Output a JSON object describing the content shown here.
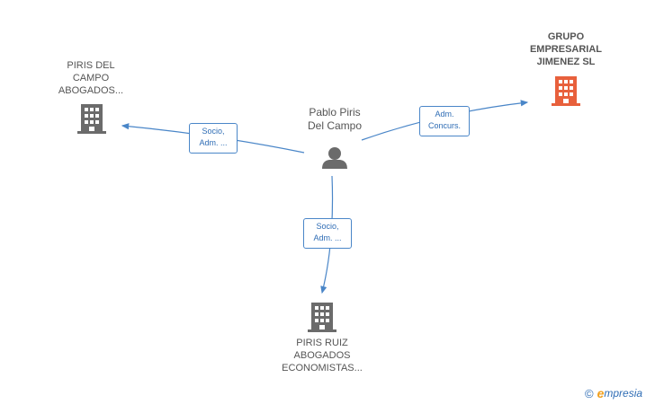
{
  "person": {
    "name": "Pablo Piris\nDel Campo"
  },
  "companies": {
    "left": {
      "name": "PIRIS DEL\nCAMPO\nABOGADOS..."
    },
    "right": {
      "name": "GRUPO\nEMPRESARIAL\nJIMENEZ SL"
    },
    "bottom": {
      "name": "PIRIS RUIZ\nABOGADOS\nECONOMISTAS..."
    }
  },
  "edges": {
    "left": {
      "label": "Socio,\nAdm. ..."
    },
    "right": {
      "label": "Adm.\nConcurs."
    },
    "bottom": {
      "label": "Socio,\nAdm. ..."
    }
  },
  "brand": {
    "copyright": "©",
    "initial": "e",
    "name": "mpresia"
  },
  "colors": {
    "edge": "#4a86c8",
    "building": "#6b6b6b",
    "highlight": "#e8603c"
  }
}
